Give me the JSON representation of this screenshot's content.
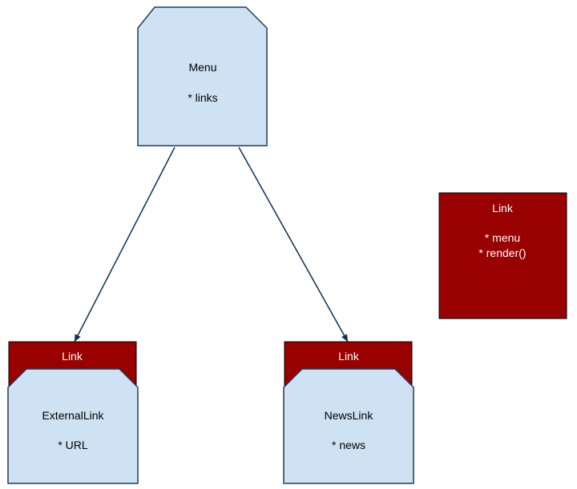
{
  "colors": {
    "node_fill": "#cfe2f3",
    "node_stroke": "#1f3b5c",
    "edge": "#0d2f52",
    "link_fill": "#990000",
    "link_stroke": "#000000",
    "link_text": "#ffffff",
    "node_text": "#000000"
  },
  "menu": {
    "title": "Menu",
    "line1": "* links"
  },
  "standalone_link": {
    "title": "Link",
    "line1": "* menu",
    "line2": "* render()"
  },
  "external_link": {
    "tab": "Link",
    "title": "ExternalLink",
    "line1": "* URL"
  },
  "news_link": {
    "tab": "Link",
    "title": "NewsLink",
    "line1": "* news"
  }
}
